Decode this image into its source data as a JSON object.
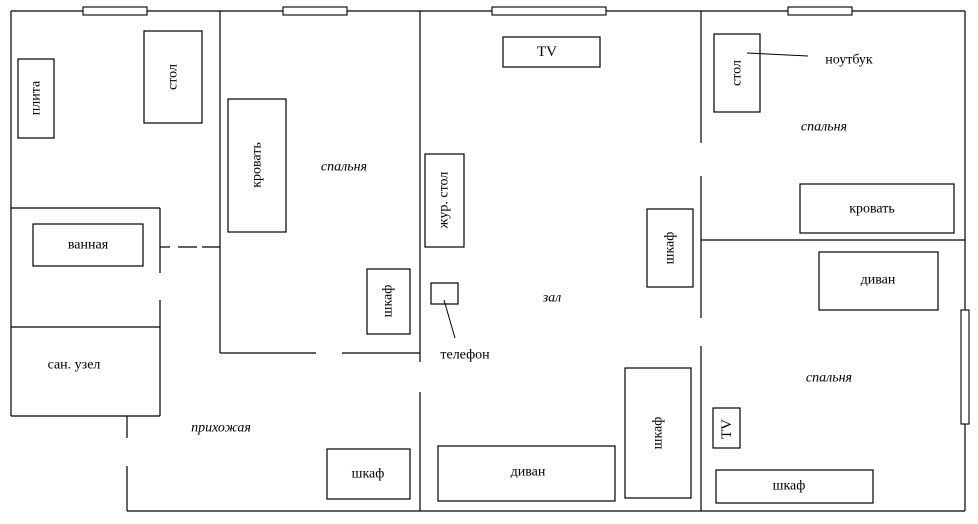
{
  "rooms": {
    "bedroom_left": "спальня",
    "bedroom_top_right": "спальня",
    "bedroom_bottom_right": "спальня",
    "hall": "зал",
    "hallway": "прихожая"
  },
  "furniture": {
    "stove": "плита",
    "kitchen_table": "стол",
    "bathroom": "ванная",
    "toilet": "сан. узел",
    "bed_left": "кровать",
    "wardrobe_left": "шкаф",
    "wardrobe_hallway": "шкаф",
    "tv_hall": "TV",
    "coffee_table": "жур. стол",
    "phone_stand": "",
    "wardrobe_hall_right": "шкаф",
    "wardrobe_hall_bottom": "шкаф",
    "sofa_hall": "диван",
    "desk_right": "стол",
    "bed_right": "кровать",
    "sofa_right": "диван",
    "tv_right": "TV",
    "wardrobe_right": "шкаф"
  },
  "annotations": {
    "phone": "телефон",
    "laptop": "ноутбук"
  }
}
